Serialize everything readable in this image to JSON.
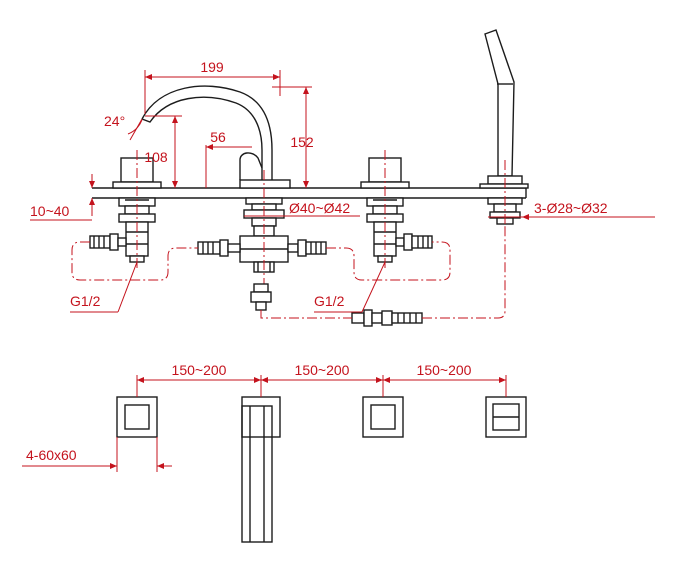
{
  "colors": {
    "dimension": "#c4131d",
    "outline": "#1c1c1c",
    "background": "#ffffff"
  },
  "labels": {
    "spout_reach": "199",
    "spout_angle": "24°",
    "spout_height": "152",
    "lever_offset": "108",
    "lever_width": "56",
    "deck_thickness": "10~40",
    "spout_hole": "Ø40~Ø42",
    "handshower_holes": "3-Ø28~Ø32",
    "inlet_left": "G1/2",
    "inlet_right": "G1/2",
    "spacing_1": "150~200",
    "spacing_2": "150~200",
    "spacing_3": "150~200",
    "escutcheon_size": "4-60x60"
  }
}
